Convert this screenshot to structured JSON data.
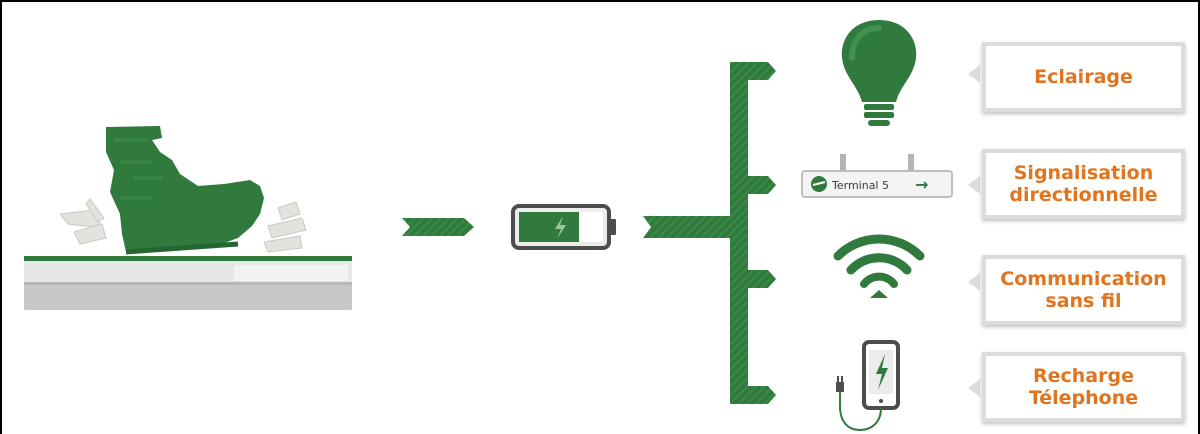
{
  "colors": {
    "green": "#2f7a3c",
    "label_orange": "#e0741f",
    "box_border": "#dcdcdc"
  },
  "icons": {
    "foot": "boot-stepping-icon",
    "floor": "energy-floor-tile-icon",
    "battery": "battery-charging-icon",
    "bulb": "light-bulb-icon",
    "sign": "direction-sign-icon",
    "wifi": "wifi-icon",
    "phone": "phone-charging-icon"
  },
  "sign": {
    "text": "Terminal 5",
    "arrow": "→"
  },
  "outputs": [
    {
      "label": "Eclairage",
      "icon": "light-bulb-icon"
    },
    {
      "label": "Signalisation\ndirectionnelle",
      "icon": "direction-sign-icon"
    },
    {
      "label": "Communication\nsans fil",
      "icon": "wifi-icon"
    },
    {
      "label": "Recharge\nTélephone",
      "icon": "phone-charging-icon"
    }
  ]
}
